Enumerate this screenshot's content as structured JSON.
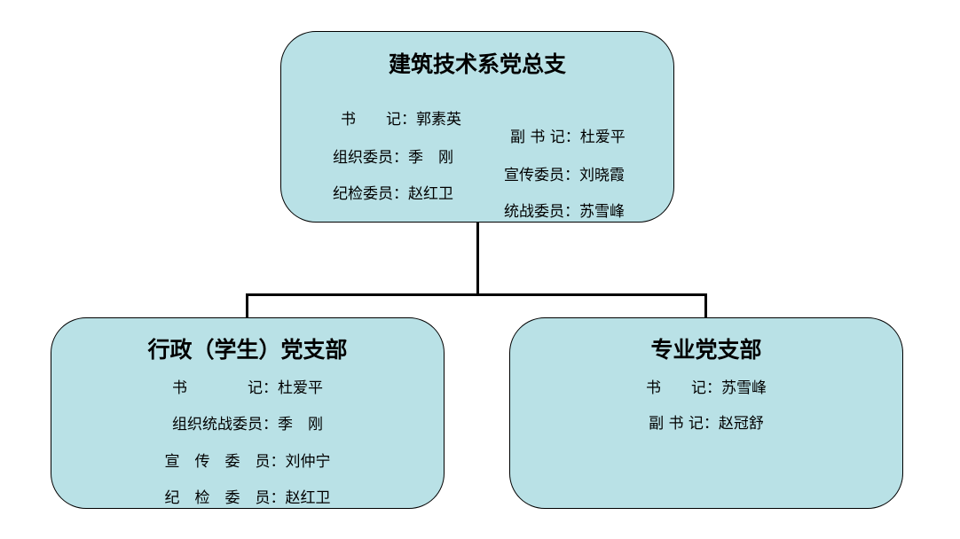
{
  "top": {
    "title": "建筑技术系党总支",
    "rows": [
      [
        "书　　记：郭素英",
        "副 书 记：杜爱平"
      ],
      [
        "组织委员：季　刚",
        "宣传委员：刘晓霞"
      ],
      [
        "纪检委员：赵红卫",
        "统战委员：苏雪峰"
      ]
    ]
  },
  "left": {
    "title": "行政（学生）党支部",
    "rows": [
      "书　　　　记：杜爱平",
      "组织统战委员：季　刚",
      "宣　传　委　员：刘仲宁",
      "纪　检　委　员：赵红卫"
    ]
  },
  "right": {
    "title": "专业党支部",
    "rows": [
      "书　　记：苏雪峰",
      "副 书 记：赵冠舒"
    ]
  }
}
